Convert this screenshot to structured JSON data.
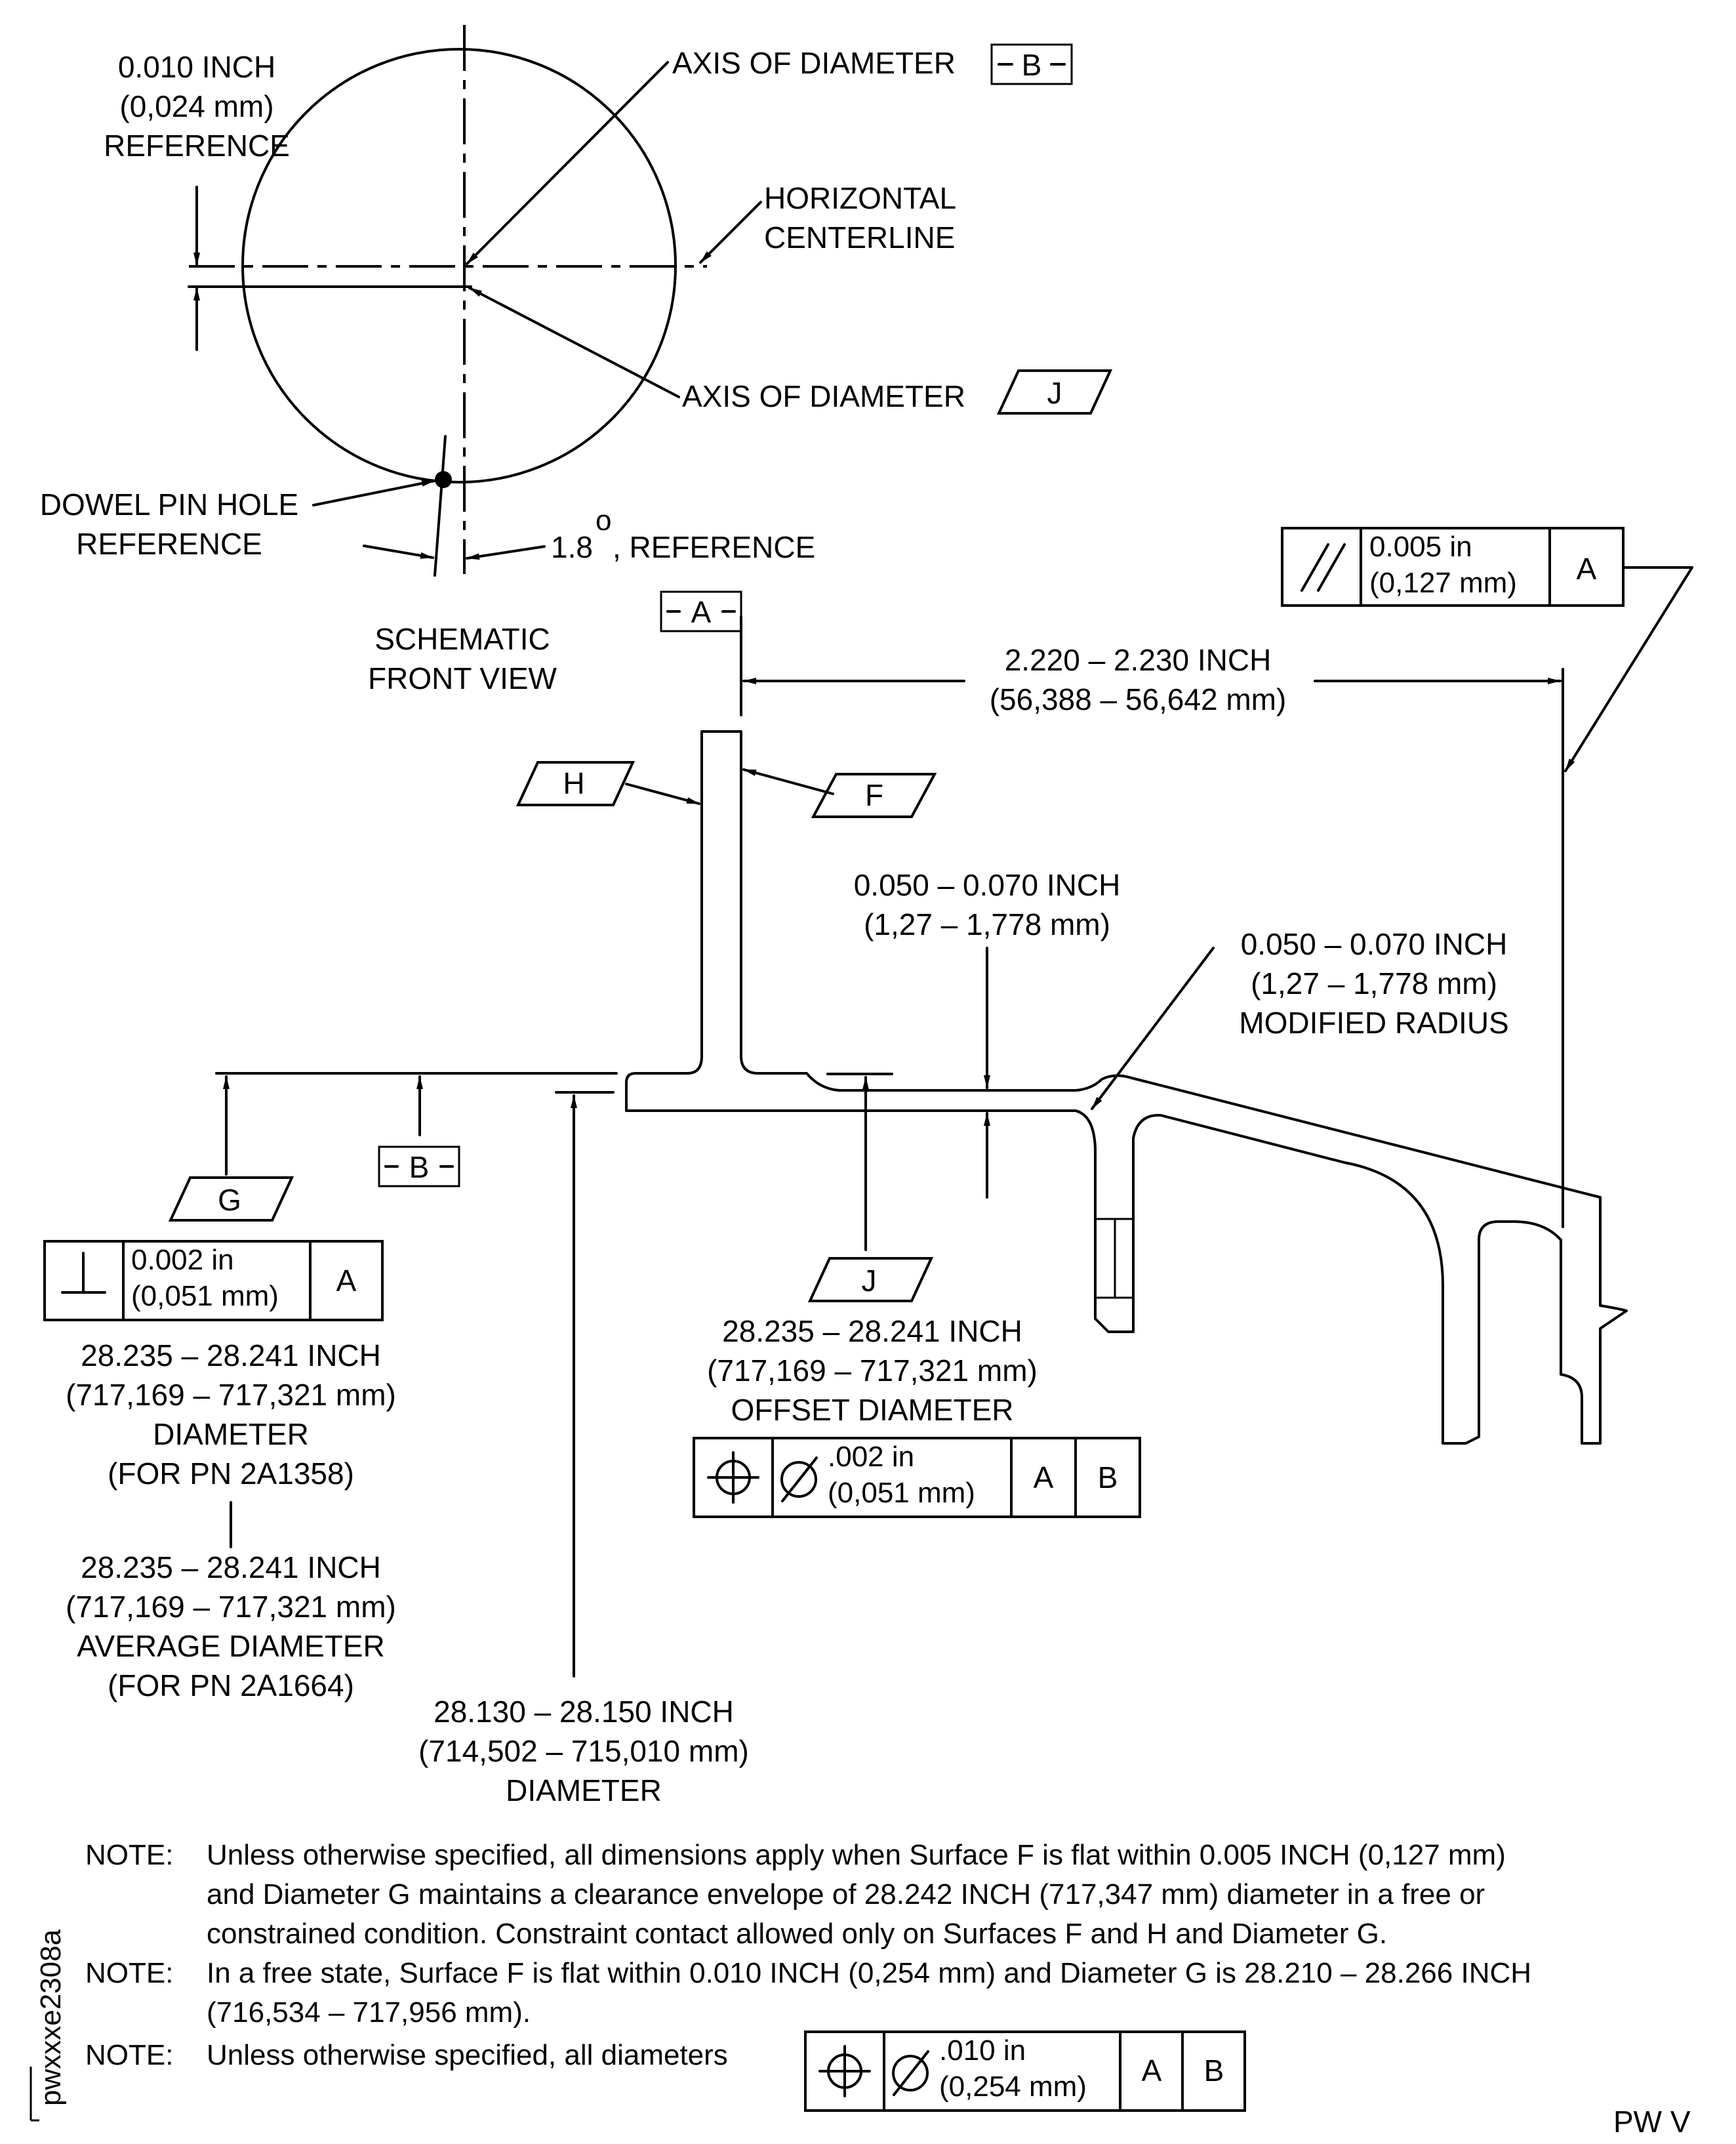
{
  "front_view": {
    "offset_line1": "0.010 INCH",
    "offset_line2": "(0,024 mm)",
    "offset_line3": "REFERENCE",
    "axis_b_label": "AXIS OF DIAMETER",
    "datum_b": "B",
    "horizontal_line1": "HORIZONTAL",
    "horizontal_line2": "CENTERLINE",
    "axis_j_label": "AXIS OF DIAMETER",
    "datum_j": "J",
    "dowel_line1": "DOWEL PIN HOLE",
    "dowel_line2": "REFERENCE",
    "angle_value": "1.8",
    "angle_degree": "o",
    "angle_suffix": ", REFERENCE",
    "caption_line1": "SCHEMATIC",
    "caption_line2": "FRONT VIEW"
  },
  "datums": {
    "a": "A",
    "b": "B",
    "f": "F",
    "g": "G",
    "h": "H",
    "j": "J"
  },
  "dimensions": {
    "length_line1": "2.220 – 2.230 INCH",
    "length_line2": "(56,388 – 56,642 mm)",
    "thickness_line1": "0.050 – 0.070 INCH",
    "thickness_line2": "(1,27 – 1,778 mm)",
    "radius_line1": "0.050 – 0.070 INCH",
    "radius_line2": "(1,27 – 1,778 mm)",
    "radius_line3": "MODIFIED RADIUS",
    "g_diam_line1": "28.235 – 28.241 INCH",
    "g_diam_line2": "(717,169 – 717,321 mm)",
    "g_diam_line3": "DIAMETER",
    "g_diam_line4": "(FOR PN 2A1358)",
    "g_avg_line1": "28.235 – 28.241 INCH",
    "g_avg_line2": "(717,169 – 717,321 mm)",
    "g_avg_line3": "AVERAGE DIAMETER",
    "g_avg_line4": "(FOR PN 2A1664)",
    "small_diam_line1": "28.130 – 28.150 INCH",
    "small_diam_line2": "(714,502 – 715,010 mm)",
    "small_diam_line3": "DIAMETER",
    "offset_diam_line1": "28.235 – 28.241 INCH",
    "offset_diam_line2": "(717,169 – 717,321 mm)",
    "offset_diam_line3": "OFFSET DIAMETER"
  },
  "control_frames": {
    "parallelism": {
      "symbol": "parallelism",
      "line1": "0.005 in",
      "line2": "(0,127 mm)",
      "datum1": "A"
    },
    "perpendicularity": {
      "symbol": "perpendicularity",
      "line1": "0.002 in",
      "line2": "(0,051 mm)",
      "datum1": "A"
    },
    "position_offset": {
      "symbol": "position",
      "diameter_symbol": "diameter",
      "line1": ".002 in",
      "line2": "(0,051 mm)",
      "datum1": "A",
      "datum2": "B"
    },
    "position_all": {
      "symbol": "position",
      "diameter_symbol": "diameter",
      "line1": ".010 in",
      "line2": "(0,254 mm)",
      "datum1": "A",
      "datum2": "B"
    }
  },
  "notes": {
    "label": "NOTE:",
    "n1_line1": "Unless otherwise specified, all dimensions apply when Surface F is flat within 0.005 INCH (0,127 mm)",
    "n1_line2": "and Diameter G maintains a clearance envelope of 28.242 INCH (717,347 mm) diameter in a free or",
    "n1_line3": "constrained condition. Constraint contact allowed only on Surfaces F and H and Diameter G.",
    "n2_line1": "In a free state, Surface F is flat within 0.010 INCH (0,254 mm) and Diameter G is 28.210 – 28.266 INCH",
    "n2_line2": "(716,534 – 717,956 mm).",
    "n3_line1": "Unless otherwise specified, all diameters"
  },
  "figure_id": "pwxxxe2308a",
  "code": "PW V"
}
